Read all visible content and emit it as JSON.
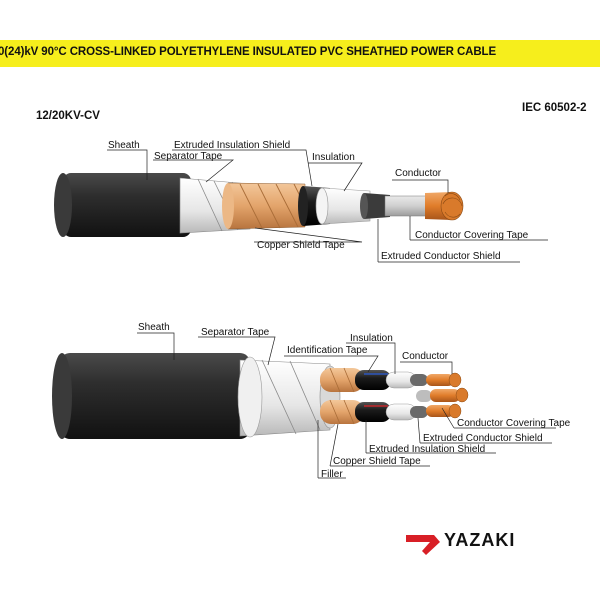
{
  "header": {
    "title": "0(24)kV 90°C CROSS-LINKED POLYETHYLENE INSULATED PVC SHEATHED POWER CABLE",
    "cable_type": "12/20KV-CV",
    "standard": "IEC 60502-2"
  },
  "single_core": {
    "labels": {
      "sheath": "Sheath",
      "insulation_shield": "Extruded Insulation Shield",
      "separator_tape": "Separator Tape",
      "insulation": "Insulation",
      "conductor": "Conductor",
      "covering_tape": "Conductor Covering Tape",
      "copper_tape": "Copper Shield Tape",
      "conductor_shield": "Extruded Conductor Shield"
    }
  },
  "three_core": {
    "labels": {
      "sheath": "Sheath",
      "separator_tape": "Separator Tape",
      "insulation": "Insulation",
      "id_tape": "Identification Tape",
      "conductor": "Conductor",
      "covering_tape": "Conductor Covering Tape",
      "conductor_shield": "Extruded Conductor Shield",
      "insulation_shield": "Extruded Insulation Shield",
      "copper_tape": "Copper Shield Tape",
      "filler": "Filler"
    }
  },
  "logo": {
    "brand": "YAZAKI",
    "brand_color": "#d81f26"
  },
  "colors": {
    "banner": "#f6ee1c",
    "copper": "#e2a46a",
    "sheath": "#2b2b2b"
  }
}
